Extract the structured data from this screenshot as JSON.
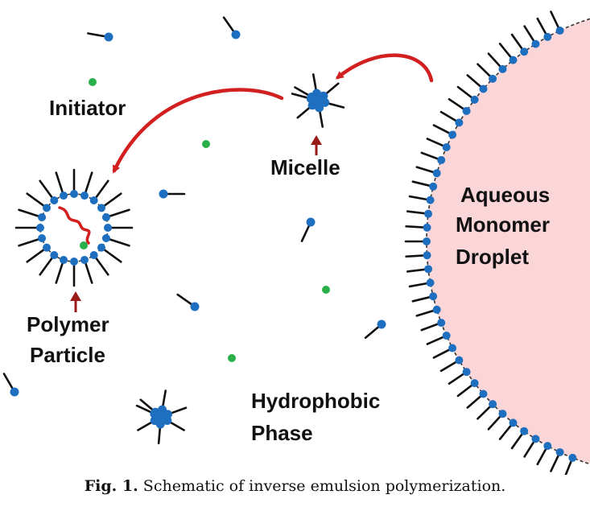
{
  "labels": {
    "initiator": "Initiator",
    "micelle": "Micelle",
    "polymer_line1": "Polymer",
    "polymer_line2": "Particle",
    "droplet_line1": "Aqueous",
    "droplet_line2": "Monomer",
    "droplet_line3": "Droplet",
    "phase_line1": "Hydrophobic",
    "phase_line2": "Phase"
  },
  "caption": {
    "label": "Fig. 1.",
    "text": "Schematic of inverse emulsion polymerization."
  },
  "colors": {
    "surfactant_head": "#1f6fc0",
    "surfactant_tail": "#111111",
    "initiator": "#2ab04a",
    "arrow": "#d21f1f",
    "indicator_arrow": "#9a1a1a",
    "droplet_fill": "#fbd6d8",
    "polymer_chain": "#d21f1f"
  }
}
